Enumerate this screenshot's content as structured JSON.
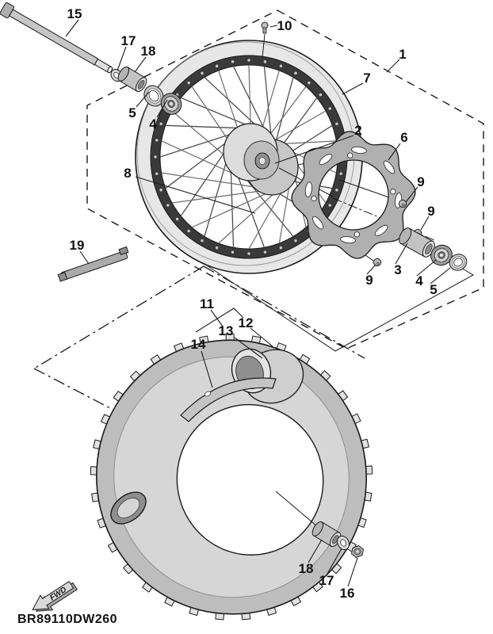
{
  "diagram": {
    "part_code": "BR89110DW260",
    "fwd_label": "FWD",
    "callouts": [
      {
        "label": "1"
      },
      {
        "label": "2"
      },
      {
        "label": "3"
      },
      {
        "label": "4"
      },
      {
        "label": "5"
      },
      {
        "label": "4"
      },
      {
        "label": "5"
      },
      {
        "label": "6"
      },
      {
        "label": "7"
      },
      {
        "label": "8"
      },
      {
        "label": "9"
      },
      {
        "label": "9"
      },
      {
        "label": "9"
      },
      {
        "label": "10"
      },
      {
        "label": "11"
      },
      {
        "label": "12"
      },
      {
        "label": "13"
      },
      {
        "label": "14"
      },
      {
        "label": "15"
      },
      {
        "label": "16"
      },
      {
        "label": "17"
      },
      {
        "label": "17"
      },
      {
        "label": "18"
      },
      {
        "label": "18"
      },
      {
        "label": "19"
      }
    ]
  }
}
